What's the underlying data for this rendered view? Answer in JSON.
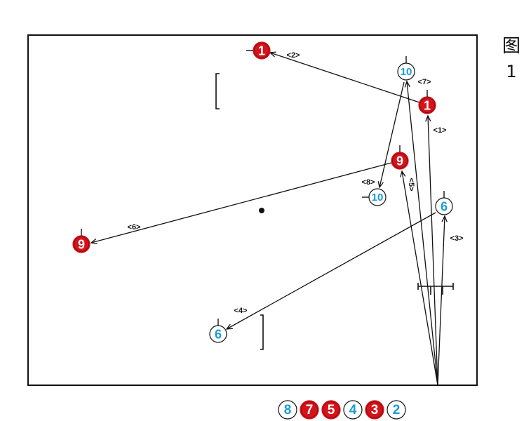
{
  "figure_label": {
    "char": "图",
    "number": "1"
  },
  "colors": {
    "red": "#d4131b",
    "blue": "#1a9ad6",
    "line": "#111111",
    "white": "#ffffff"
  },
  "players": [
    {
      "id": "red-1-start",
      "num": "1",
      "team": "red"
    },
    {
      "id": "red-1-end",
      "num": "1",
      "team": "red"
    },
    {
      "id": "red-9-start",
      "num": "9",
      "team": "red"
    },
    {
      "id": "red-9-end",
      "num": "9",
      "team": "red"
    },
    {
      "id": "blue-10-start",
      "num": "10",
      "team": "blue"
    },
    {
      "id": "blue-10-end",
      "num": "10",
      "team": "blue"
    },
    {
      "id": "blue-6-start",
      "num": "6",
      "team": "blue"
    },
    {
      "id": "blue-6-end",
      "num": "6",
      "team": "blue"
    }
  ],
  "moves": [
    {
      "id": "move-1",
      "label": "<1>"
    },
    {
      "id": "move-2",
      "label": "<2>"
    },
    {
      "id": "move-3",
      "label": "<3>"
    },
    {
      "id": "move-4",
      "label": "<4>"
    },
    {
      "id": "move-5",
      "label": "<5>"
    },
    {
      "id": "move-6",
      "label": "<6>"
    },
    {
      "id": "move-7",
      "label": "<7>"
    },
    {
      "id": "move-8",
      "label": "<8>"
    }
  ],
  "bench": [
    {
      "num": "8",
      "team": "blue"
    },
    {
      "num": "7",
      "team": "red"
    },
    {
      "num": "5",
      "team": "red"
    },
    {
      "num": "4",
      "team": "blue"
    },
    {
      "num": "3",
      "team": "red"
    },
    {
      "num": "2",
      "team": "blue"
    }
  ]
}
